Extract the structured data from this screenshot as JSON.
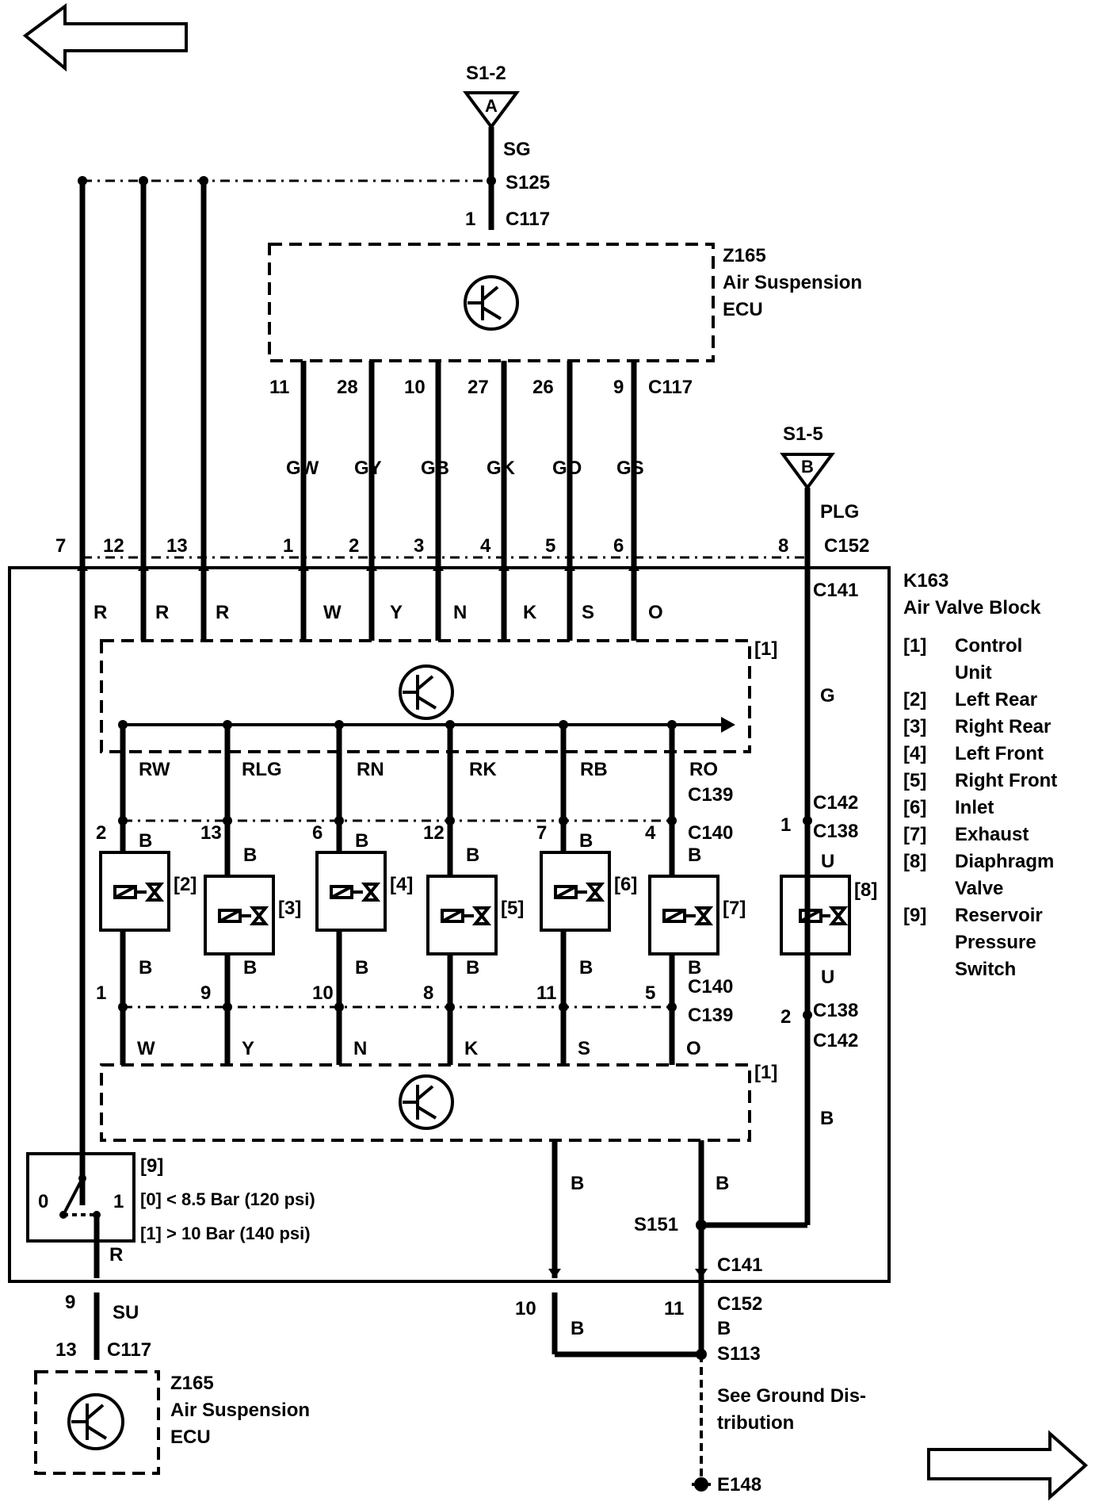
{
  "nav": {
    "prev_icon": "arrow-left-icon",
    "next_icon": "arrow-right-icon"
  },
  "top_supply": {
    "ref": "S1-2",
    "letter": "A",
    "wire": "SG",
    "splice": "S125",
    "pin": "1",
    "connector": "C117"
  },
  "ecu_top": {
    "id": "Z165",
    "line1": "Air Suspension",
    "line2": "ECU"
  },
  "ecu_outputs": {
    "connector": "C117",
    "pins": [
      "11",
      "28",
      "10",
      "27",
      "26",
      "9"
    ],
    "wires": [
      "GW",
      "GY",
      "GB",
      "GK",
      "GO",
      "GS"
    ]
  },
  "supply_b": {
    "ref": "S1-5",
    "letter": "B",
    "wire": "PLG"
  },
  "c152_top": {
    "connector": "C152",
    "pins": [
      "7",
      "12",
      "13",
      "1",
      "2",
      "3",
      "4",
      "5",
      "6",
      "8"
    ]
  },
  "block": {
    "id": "K163",
    "name": "Air Valve Block",
    "entry_connector": "C141",
    "entry_wires": [
      "R",
      "R",
      "R",
      "W",
      "Y",
      "N",
      "K",
      "S",
      "O"
    ],
    "g_wire": "G",
    "legend": [
      {
        "key": "[1]",
        "lines": [
          "Control",
          "Unit"
        ]
      },
      {
        "key": "[2]",
        "lines": [
          "Left Rear"
        ]
      },
      {
        "key": "[3]",
        "lines": [
          "Right Rear"
        ]
      },
      {
        "key": "[4]",
        "lines": [
          "Left Front"
        ]
      },
      {
        "key": "[5]",
        "lines": [
          "Right Front"
        ]
      },
      {
        "key": "[6]",
        "lines": [
          "Inlet"
        ]
      },
      {
        "key": "[7]",
        "lines": [
          "Exhaust"
        ]
      },
      {
        "key": "[8]",
        "lines": [
          "Diaphragm",
          "Valve"
        ]
      },
      {
        "key": "[9]",
        "lines": [
          "Reservoir",
          "Pressure",
          "Switch"
        ]
      }
    ]
  },
  "control_unit": {
    "label": "[1]"
  },
  "solenoids": {
    "feed_wires": [
      "RW",
      "RLG",
      "RN",
      "RK",
      "RB",
      "RO"
    ],
    "feed_connector": "C139",
    "upper_connector": "C140",
    "upper_pins": [
      "2",
      "13",
      "6",
      "12",
      "7",
      "4"
    ],
    "upper_wire": "B",
    "labels": [
      "[2]",
      "[3]",
      "[4]",
      "[5]",
      "[6]",
      "[7]"
    ],
    "lower_wire": "B",
    "lower_pins": [
      "1",
      "9",
      "10",
      "8",
      "11",
      "5"
    ],
    "lower_connector": "C140",
    "lower_connector2": "C139",
    "return_wires": [
      "W",
      "Y",
      "N",
      "K",
      "S",
      "O"
    ]
  },
  "diaphragm": {
    "label": "[8]",
    "upper_conn_a": "C142",
    "upper_conn_b": "C138",
    "upper_pin": "1",
    "upper_wire": "U",
    "lower_wire": "U",
    "lower_conn_a": "C138",
    "lower_conn_b": "C142",
    "lower_pin": "2",
    "ground_wire": "B"
  },
  "switch": {
    "label": "[9]",
    "pos0": "0",
    "pos1": "1",
    "state0": "[0] < 8.5 Bar (120 psi)",
    "state1": "[1] > 10 Bar (140 psi)",
    "wire": "R"
  },
  "grounds": {
    "wire_left": "B",
    "wire_right": "B",
    "splice": "S151",
    "connector": "C141"
  },
  "bottom": {
    "su_pin": "9",
    "su_wire": "SU",
    "ecu_pin": "13",
    "ecu_connector": "C117",
    "c152_pin_left": "10",
    "c152_pin_right": "11",
    "c152": "C152",
    "wire_b1": "B",
    "wire_b2": "B",
    "splice": "S113",
    "note_line1": "See Ground Dis-",
    "note_line2": "tribution",
    "ground_point": "E148"
  },
  "ecu_bottom": {
    "id": "Z165",
    "line1": "Air Suspension",
    "line2": "ECU"
  }
}
